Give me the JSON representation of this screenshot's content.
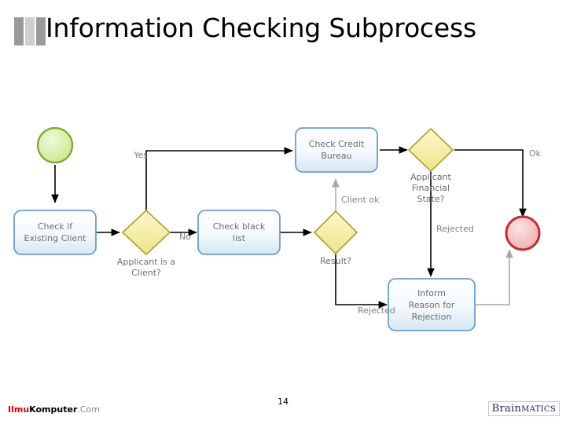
{
  "title": "Information Checking Subprocess",
  "footer": {
    "slide_number": "14",
    "left_logo_part1": "Ilmu",
    "left_logo_part2": "Komputer",
    "left_logo_part3": ".Com",
    "right_logo_part1": "Brain",
    "right_logo_part2": "MATICS"
  },
  "diagram": {
    "type": "bpmn-flowchart",
    "nodes": [
      {
        "id": "start",
        "kind": "start-event",
        "label": ""
      },
      {
        "id": "check-exist",
        "kind": "task",
        "label": "Check if\nExisting Client"
      },
      {
        "id": "is-client",
        "kind": "gateway",
        "label": "Applicant is a\nClient?"
      },
      {
        "id": "check-black",
        "kind": "task",
        "label": "Check black\nlist"
      },
      {
        "id": "result",
        "kind": "gateway",
        "label": "Result?"
      },
      {
        "id": "check-credit",
        "kind": "task",
        "label": "Check Credit\nBureau"
      },
      {
        "id": "fin-state",
        "kind": "gateway",
        "label": "Applicant\nFinancial\nState?"
      },
      {
        "id": "inform",
        "kind": "task",
        "label": "Inform\nReason for\nRejection"
      },
      {
        "id": "end",
        "kind": "end-event",
        "label": ""
      }
    ],
    "edges": [
      {
        "from": "start",
        "to": "check-exist",
        "label": ""
      },
      {
        "from": "check-exist",
        "to": "is-client",
        "label": ""
      },
      {
        "from": "is-client",
        "to": "check-credit",
        "label": "Yes"
      },
      {
        "from": "is-client",
        "to": "check-black",
        "label": "No"
      },
      {
        "from": "check-black",
        "to": "result",
        "label": ""
      },
      {
        "from": "result",
        "to": "check-credit",
        "label": "Client ok"
      },
      {
        "from": "result",
        "to": "inform",
        "label": "Rejected"
      },
      {
        "from": "check-credit",
        "to": "fin-state",
        "label": ""
      },
      {
        "from": "fin-state",
        "to": "end",
        "label": "Ok"
      },
      {
        "from": "fin-state",
        "to": "inform",
        "label": "Rejected"
      },
      {
        "from": "inform",
        "to": "end",
        "label": ""
      }
    ],
    "labels": {
      "start": "",
      "check_existing_l1": "Check if",
      "check_existing_l2": "Existing Client",
      "is_client_l1": "Applicant is a",
      "is_client_l2": "Client?",
      "check_black_l1": "Check black",
      "check_black_l2": "list",
      "result_l1": "Result?",
      "check_credit_l1": "Check Credit",
      "check_credit_l2": "Bureau",
      "fin_state_l1": "Applicant",
      "fin_state_l2": "Financial",
      "fin_state_l3": "State?",
      "inform_l1": "Inform",
      "inform_l2": "Reason for",
      "inform_l3": "Rejection",
      "edge_yes": "Yes",
      "edge_no": "No",
      "edge_client_ok": "Client ok",
      "edge_result_rejected": "Rejected",
      "edge_fin_rejected": "Rejected",
      "edge_ok": "Ok"
    },
    "colors": {
      "task_border": "#6b9ec7",
      "task_fill_top": "#ffffff",
      "task_fill_bottom": "#dce9f4",
      "gateway_border": "#b3a43a",
      "gateway_fill": "#f5f0a8",
      "start_border": "#7ba832",
      "start_fill": "#d8eda0",
      "end_border": "#c03030",
      "end_fill": "#f0b9b9",
      "arrow": "#000000",
      "label_text": "#6d6d6d"
    }
  }
}
